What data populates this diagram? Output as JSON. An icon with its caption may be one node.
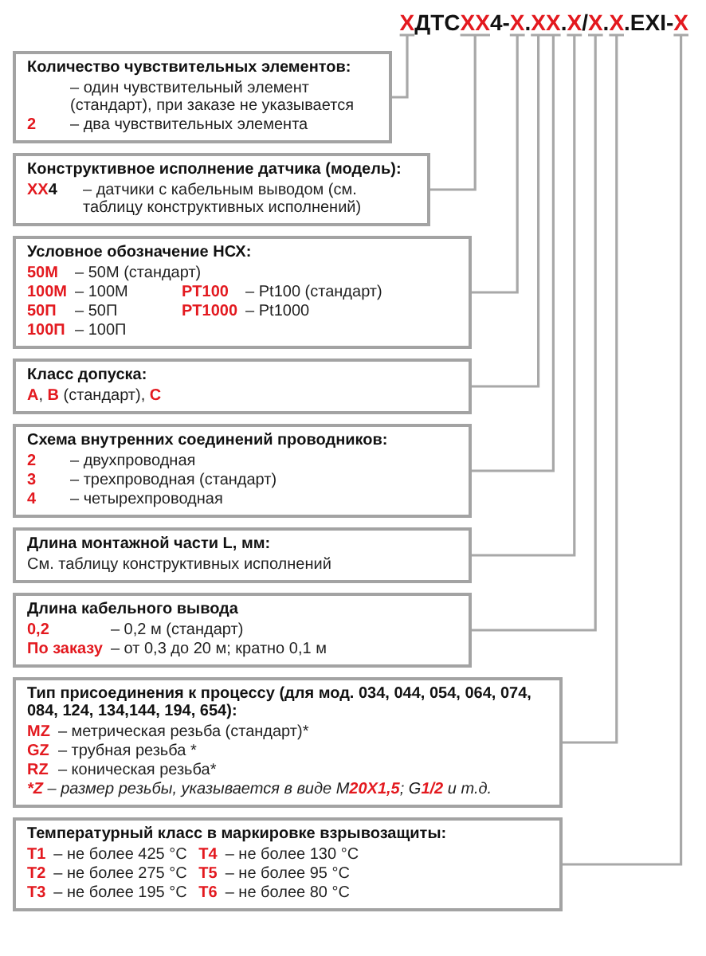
{
  "diagram": {
    "nodes": [
      {
        "text": [
          "**X**ДТС**XX**4-**X**.**X****X**.**X**/**X**.**X**.EXI-**X**"
        ]
      },
      {
        "text": [
          "Количество чувствительных элементов:",
          "– один чувствительный элемент (стандарт), при заказе не указывается",
          "2",
          "– два чувствительных элемента"
        ]
      },
      {
        "text": [
          "Конструктивное исполнение датчика (модель):",
          "**XX**4",
          "– датчики с кабельным выводом (см. таблицу конструктивных исполнений)"
        ]
      },
      {
        "text": [
          "Условное обозначение НСХ:",
          "50М",
          "– 50М (стандарт)",
          "100М",
          "– 100М",
          "PT100",
          "– Pt100 (стандарт)",
          "50П",
          "– 50П",
          "PT1000",
          "– Pt1000",
          "100П",
          "– 100П"
        ]
      },
      {
        "text": [
          "Класс допуска:",
          "**A**, **B** (стандарт), **C**"
        ]
      },
      {
        "text": [
          "Схема внутренних соединений проводников:",
          "2",
          "– двухпроводная",
          "3",
          "– трехпроводная (стандарт)",
          "4",
          "– четырехпроводная"
        ]
      },
      {
        "text": [
          "Длина монтажной части L, мм:",
          "См. таблицу конструктивных исполнений"
        ]
      },
      {
        "text": [
          "Длина кабельного вывода",
          "0,2",
          "– 0,2 м (стандарт)",
          "По заказу",
          "– от 0,3 до 20 м; кратно 0,1 м"
        ]
      },
      {
        "text": [
          "Тип присоединения к процессу (для мод. 034, 044, 054, 064, 074, 084, 124, 134,144, 194, 654):",
          "MZ",
          "– метрическая резьба (стандарт)*",
          "GZ",
          "– трубная резьба *",
          "RZ",
          "– коническая резьба*",
          "***Z** – размер резьбы, указывается в виде M**20X1,5**; G**1/2** и т.д."
        ]
      },
      {
        "text": [
          "Температурный класс в маркировке взрывозащиты:",
          "T1",
          "– не более 425 °C",
          "T4",
          "– не более 130 °C",
          "T2",
          "– не более 275 °C",
          "T5",
          "– не более 95 °C",
          "T3",
          "– не более 195 °C",
          "T6",
          "– не более 80 °C"
        ]
      }
    ],
    "edges": [
      {
        "from": 0,
        "to": 1,
        "arrow": "none"
      },
      {
        "from": 0,
        "to": 2,
        "arrow": "none"
      },
      {
        "from": 0,
        "to": 3,
        "arrow": "none"
      },
      {
        "from": 0,
        "to": 4,
        "arrow": "none"
      },
      {
        "from": 0,
        "to": 5,
        "arrow": "none"
      },
      {
        "from": 0,
        "to": 6,
        "arrow": "none"
      },
      {
        "from": 0,
        "to": 7,
        "arrow": "none"
      },
      {
        "from": 0,
        "to": 8,
        "arrow": "none"
      },
      {
        "from": 0,
        "to": 9,
        "arrow": "none"
      }
    ]
  }
}
